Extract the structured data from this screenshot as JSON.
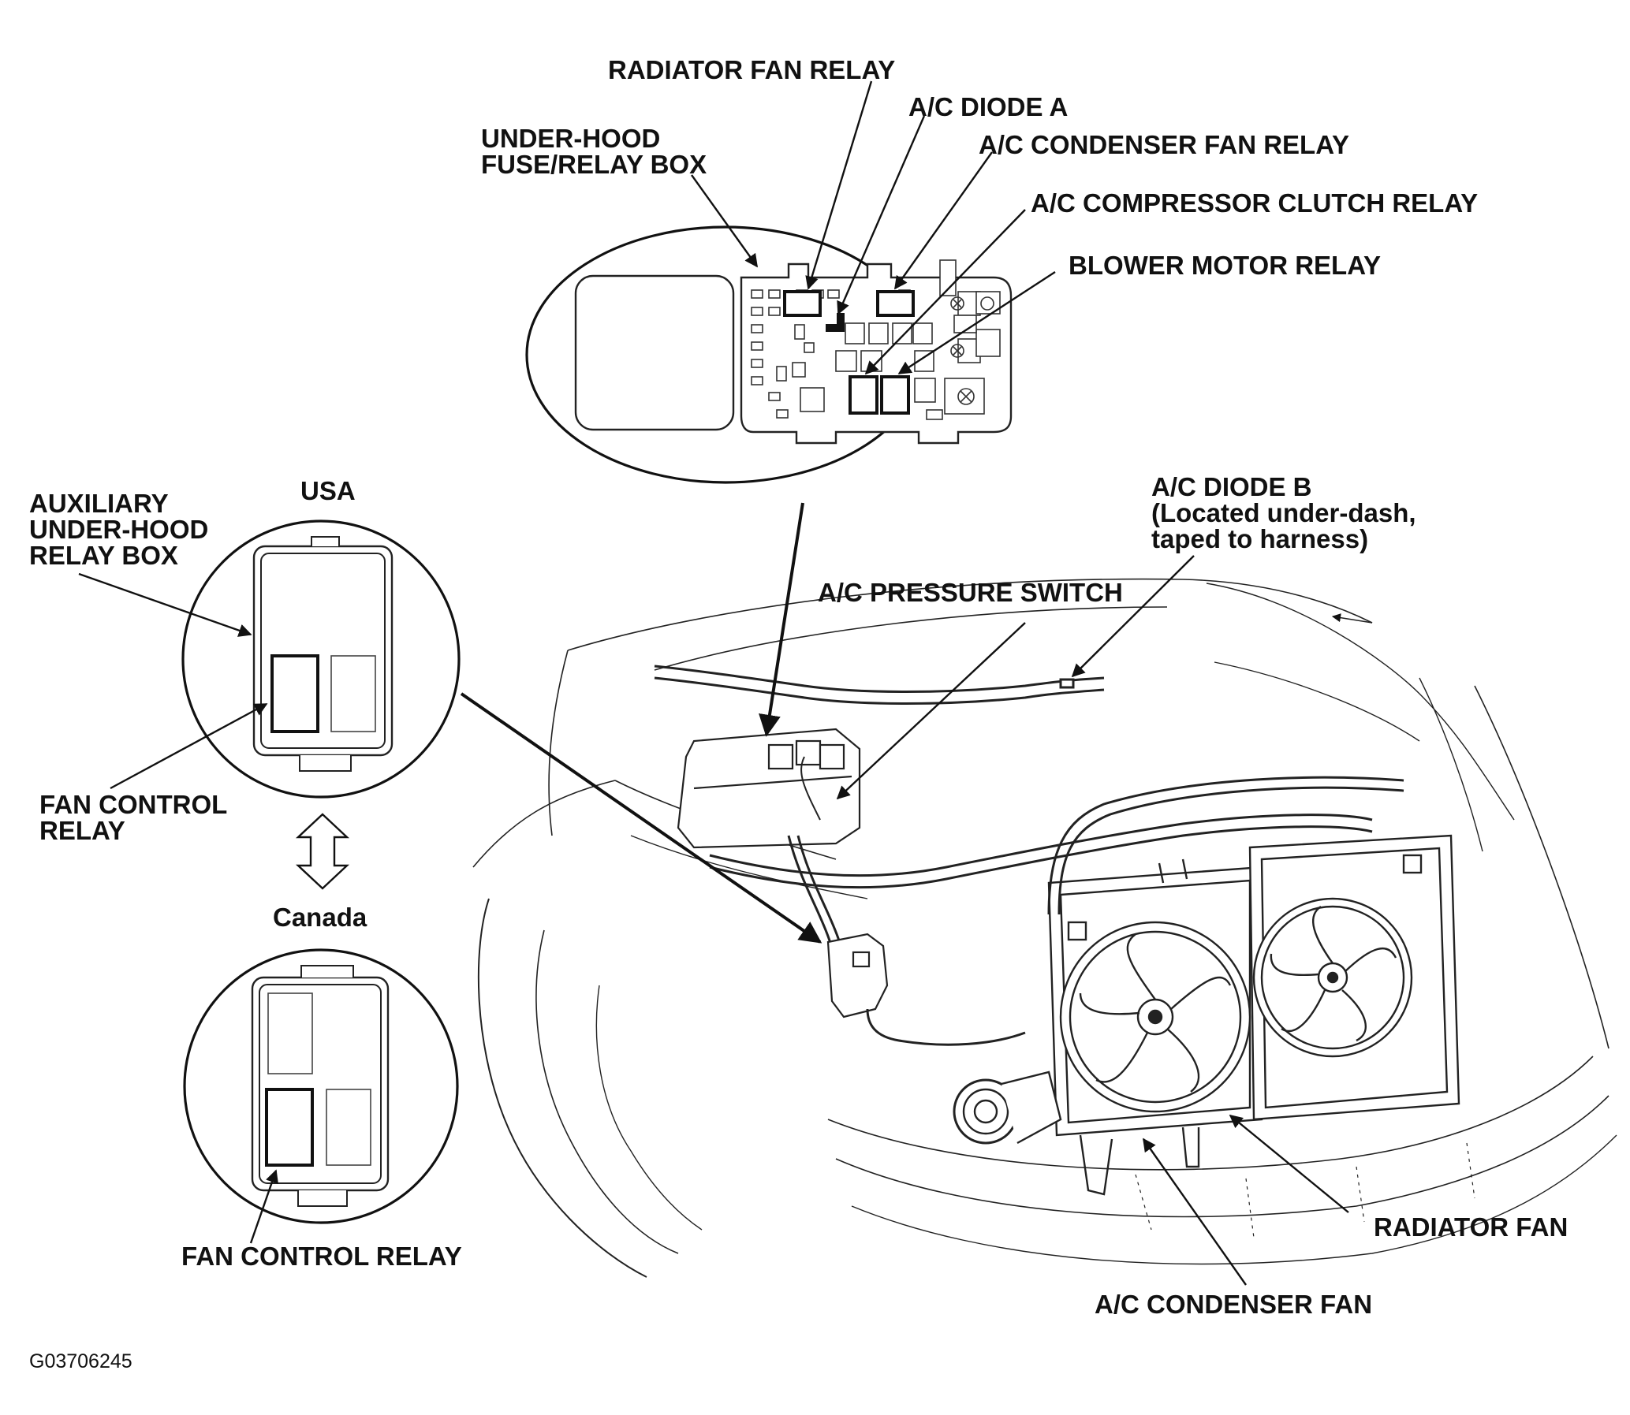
{
  "labels": {
    "radiator_fan_relay": "RADIATOR FAN RELAY",
    "ac_diode_a": "A/C DIODE A",
    "ac_condenser_fan_relay": "A/C CONDENSER FAN RELAY",
    "ac_compressor_clutch_relay": "A/C COMPRESSOR CLUTCH RELAY",
    "blower_motor_relay": "BLOWER MOTOR RELAY",
    "under_hood_box": [
      "UNDER-HOOD",
      "FUSE/RELAY BOX"
    ],
    "aux_relay_box": [
      "AUXILIARY",
      "UNDER-HOOD",
      "RELAY BOX"
    ],
    "usa": "USA",
    "canada": "Canada",
    "fan_control_relay_usa": [
      "FAN CONTROL",
      "RELAY"
    ],
    "fan_control_relay_canada": "FAN CONTROL RELAY",
    "ac_diode_b": [
      "A/C DIODE B",
      "(Located under-dash,",
      "taped to harness)"
    ],
    "ac_pressure_switch": "A/C PRESSURE SWITCH",
    "radiator_fan": "RADIATOR FAN",
    "ac_condenser_fan": "A/C CONDENSER FAN",
    "figure_code": "G03706245"
  },
  "colors": {
    "ink": "#111111",
    "background": "#ffffff"
  }
}
